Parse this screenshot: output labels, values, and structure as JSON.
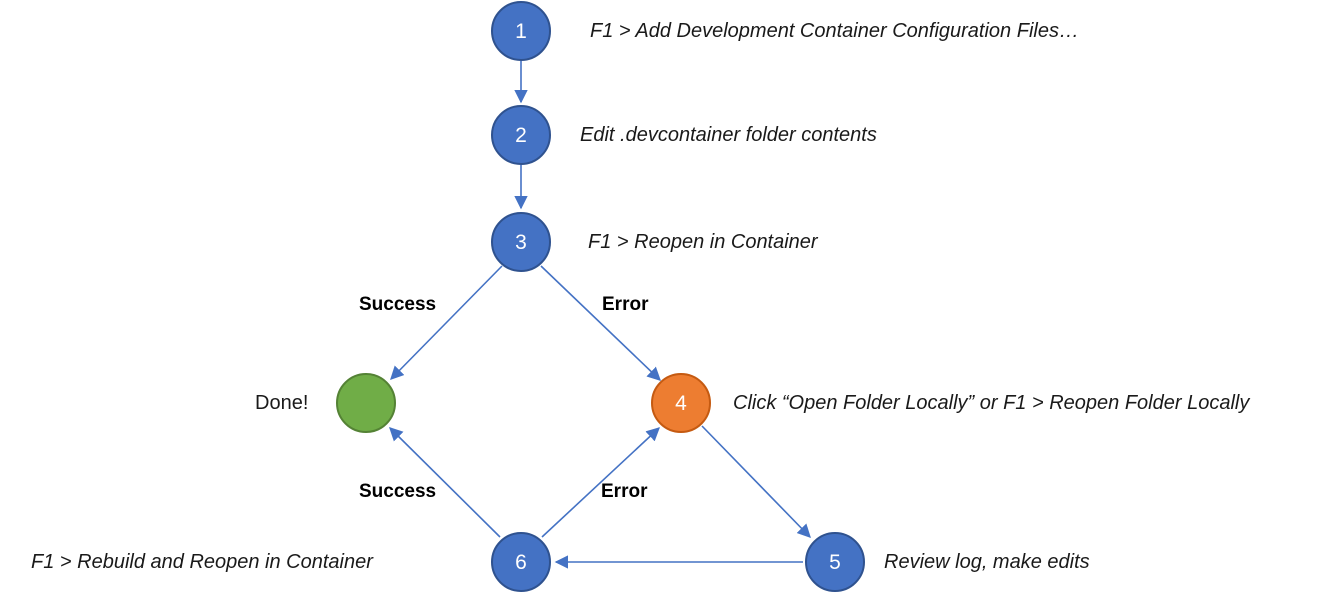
{
  "diagram": {
    "description": "Dev container workflow flowchart",
    "arrow_color": "#4472C4",
    "nodes": [
      {
        "id": "1",
        "number": "1",
        "annotation": "F1 > Add Development Container Configuration Files…",
        "fill": "#4472C4",
        "stroke": "#2F528F"
      },
      {
        "id": "2",
        "number": "2",
        "annotation": "Edit .devcontainer folder contents",
        "fill": "#4472C4",
        "stroke": "#2F528F"
      },
      {
        "id": "3",
        "number": "3",
        "annotation": "F1 > Reopen in Container",
        "fill": "#4472C4",
        "stroke": "#2F528F"
      },
      {
        "id": "done",
        "number": "",
        "annotation": "Done!",
        "fill": "#70AD47",
        "stroke": "#548235"
      },
      {
        "id": "4",
        "number": "4",
        "annotation": "Click “Open Folder Locally” or F1 > Reopen Folder Locally",
        "fill": "#ED7D31",
        "stroke": "#C55A11"
      },
      {
        "id": "5",
        "number": "5",
        "annotation": "Review log, make edits",
        "fill": "#4472C4",
        "stroke": "#2F528F"
      },
      {
        "id": "6",
        "number": "6",
        "annotation": "F1 > Rebuild and Reopen in Container",
        "fill": "#4472C4",
        "stroke": "#2F528F"
      }
    ],
    "edges": [
      {
        "from": "1",
        "to": "2",
        "label": ""
      },
      {
        "from": "2",
        "to": "3",
        "label": ""
      },
      {
        "from": "3",
        "to": "done",
        "label": "Success"
      },
      {
        "from": "3",
        "to": "4",
        "label": "Error"
      },
      {
        "from": "4",
        "to": "5",
        "label": ""
      },
      {
        "from": "5",
        "to": "6",
        "label": ""
      },
      {
        "from": "6",
        "to": "done",
        "label": "Success"
      },
      {
        "from": "6",
        "to": "4",
        "label": "Error"
      }
    ]
  }
}
